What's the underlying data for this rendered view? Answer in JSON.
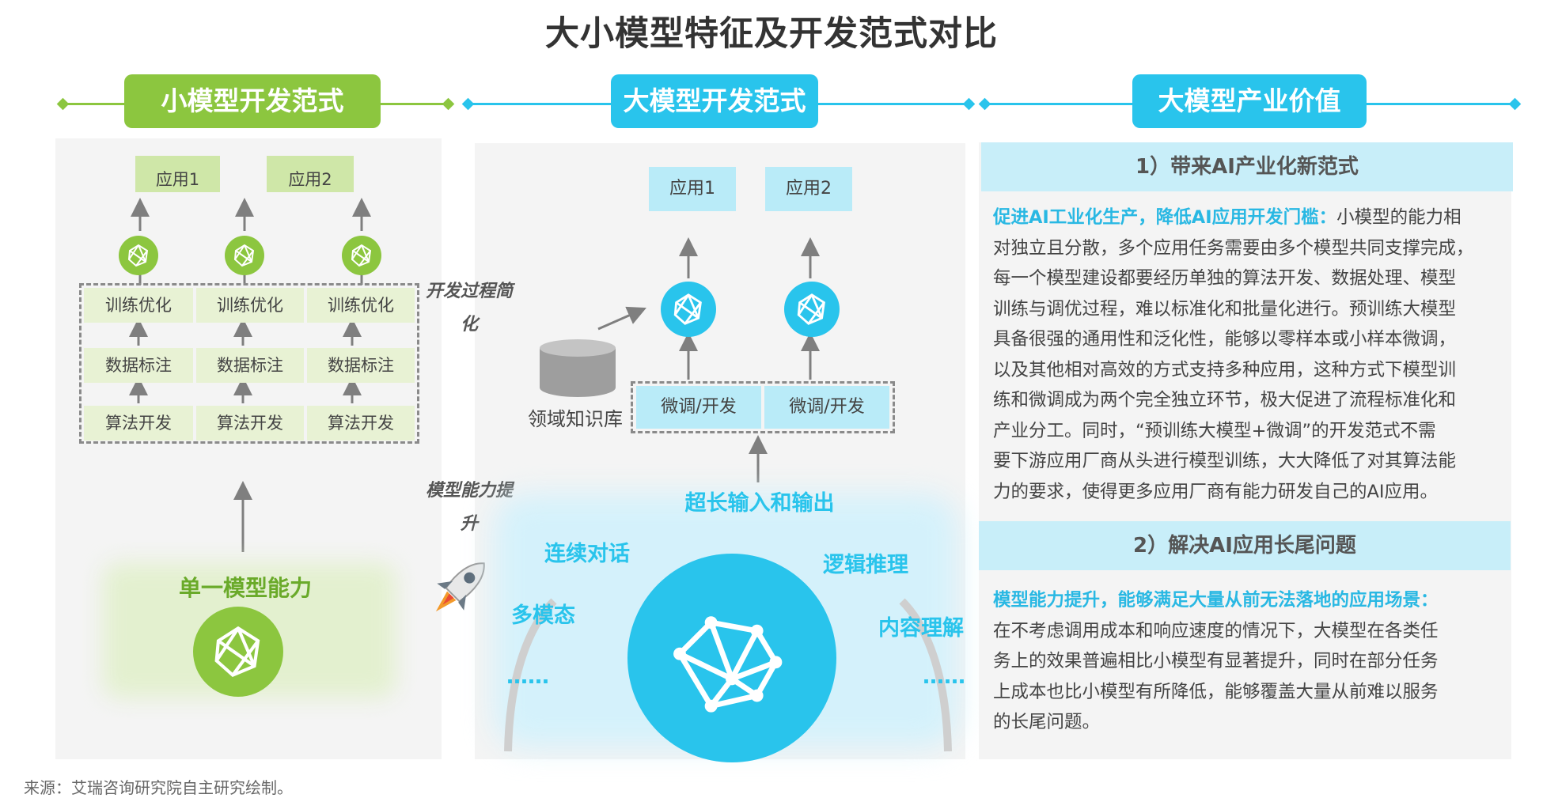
{
  "title": "大小模型特征及开发范式对比",
  "colors": {
    "green": "#8cc63f",
    "blue": "#29c4ec",
    "gray_arrow": "#7f7f7f"
  },
  "left": {
    "header": "小模型开发范式",
    "apps": [
      "应用1",
      "应用2"
    ],
    "stages": [
      "训练优化",
      "数据标注",
      "算法开发"
    ],
    "core_label": "单一模型能力",
    "icon": "network-node-icon"
  },
  "middle": {
    "header": "大模型开发范式",
    "process_label": "开发过程简化",
    "capability_label": "模型能力提升",
    "apps": [
      "应用1",
      "应用2"
    ],
    "finetune": [
      "微调/开发",
      "微调/开发"
    ],
    "kb_label": "领域知识库",
    "capabilities": {
      "top": "超长输入和输出",
      "left1": "连续对话",
      "left2": "多模态",
      "right1": "逻辑推理",
      "right2": "内容理解",
      "ellipsis": "……"
    },
    "rocket_icon": "rocket-icon"
  },
  "right": {
    "header": "大模型产业价值",
    "section1": {
      "heading": "1）带来AI产业化新范式",
      "highlight": "促进AI工业化生产，降低AI应用开发门槛：",
      "lines": [
        "小模型的能力相",
        "对独立且分散，多个应用任务需要由多个模型共同支撑完成，",
        "每一个模型建设都要经历单独的算法开发、数据处理、模型",
        "训练与调优过程，难以标准化和批量化进行。预训练大模型",
        "具备很强的通用性和泛化性，能够以零样本或小样本微调，",
        "以及其他相对高效的方式支持多种应用，这种方式下模型训",
        "练和微调成为两个完全独立环节，极大促进了流程标准化和",
        "产业分工。同时，“预训练大模型+微调”的开发范式不需",
        "要下游应用厂商从头进行模型训练，大大降低了对其算法能",
        "力的要求，使得更多应用厂商有能力研发自己的AI应用。"
      ]
    },
    "section2": {
      "heading": "2）解决AI应用长尾问题",
      "highlight": "模型能力提升，能够满足大量从前无法落地的应用场景：",
      "lines": [
        "在不考虑调用成本和响应速度的情况下，大模型在各类任",
        "务上的效果普遍相比小模型有显著提升，同时在部分任务",
        "上成本也比小模型有所降低，能够覆盖大量从前难以服务",
        "的长尾问题。"
      ]
    }
  },
  "source": "来源：艾瑞咨询研究院自主研究绘制。"
}
